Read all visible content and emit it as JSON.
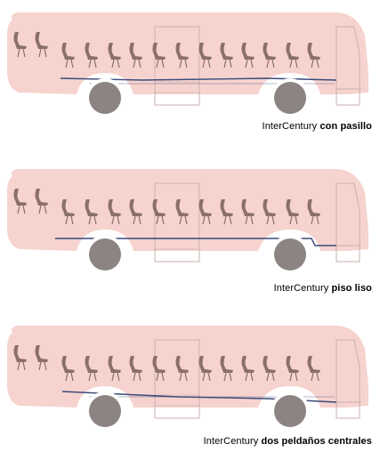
{
  "colors": {
    "body": "#f6d3ce",
    "seat": "#8a6f6a",
    "wheel": "#8c8482",
    "floor": "#3a4a7a",
    "outline": "#c9b2ad"
  },
  "variants": [
    {
      "model": "InterCentury",
      "type": "con pasillo",
      "floor": "aisle"
    },
    {
      "model": "InterCentury",
      "type": "piso liso",
      "floor": "flat"
    },
    {
      "model": "InterCentury",
      "type": "dos peldaños centrales",
      "floor": "steps"
    }
  ]
}
